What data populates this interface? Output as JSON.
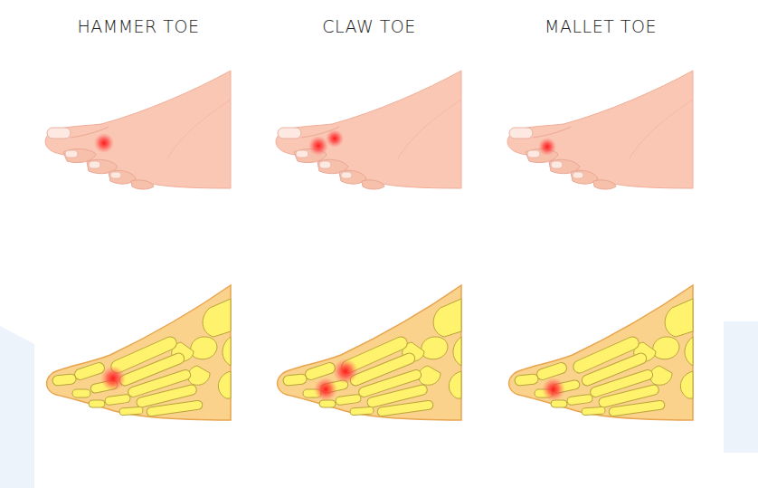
{
  "diagram": {
    "labels": [
      "HAMMER TOE",
      "CLAW TOE",
      "MALLET TOE"
    ]
  }
}
